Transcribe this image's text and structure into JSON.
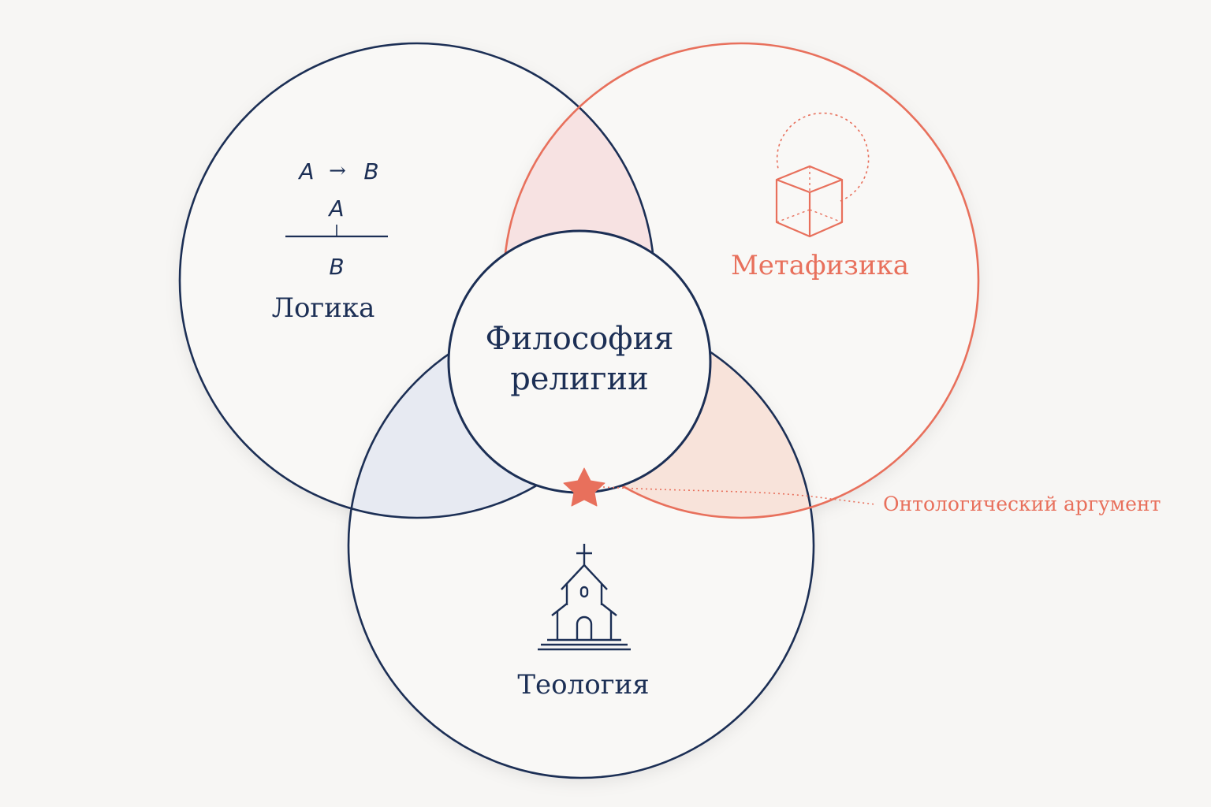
{
  "diagram": {
    "center_label_line1": "Философия",
    "center_label_line2": "религии",
    "circles": {
      "logic": {
        "label": "Логика"
      },
      "metaphysics": {
        "label": "Метафизика"
      },
      "theology": {
        "label": "Теология"
      }
    },
    "logic_formula": {
      "implication_left": "A",
      "implication_arrow": "→",
      "implication_right": "B",
      "premise": "A",
      "conclusion": "B"
    },
    "annotation": {
      "label": "Онтологический аргумент"
    },
    "icons": {
      "logic": "inference-rule",
      "metaphysics": "cube-with-orbit",
      "theology": "church",
      "marker": "star"
    },
    "colors": {
      "navy": "#1c2f55",
      "coral": "#e8705c",
      "background": "#f7f6f4"
    }
  }
}
